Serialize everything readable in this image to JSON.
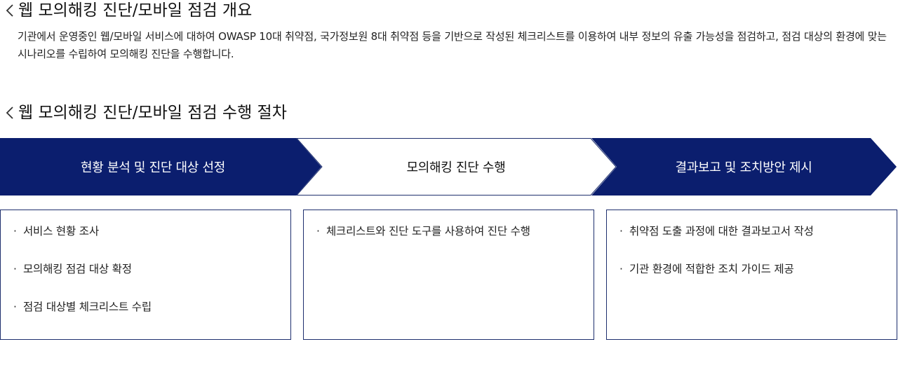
{
  "overview": {
    "title": "웹 모의해킹 진단/모바일 점검 개요",
    "description": "기관에서 운영중인 웹/모바일 서비스에 대하여 OWASP 10대 취약점, 국가정보원 8대 취약점 등을 기반으로 작성된 체크리스트를 이용하여 내부 정보의 유출 가능성을 점검하고, 점검 대상의 환경에 맞는 시나리오를 수립하여 모의해킹 진단을 수행합니다."
  },
  "procedure": {
    "title": "웹 모의해킹 진단/모바일 점검 수행 절차",
    "bullet": "·",
    "steps": [
      {
        "label": "현황 분석 및 진단 대상 선정",
        "style": "filled",
        "items": [
          "서비스 현황 조사",
          "모의해킹 점검 대상 확정",
          "점검 대상별 체크리스트 수립"
        ]
      },
      {
        "label": "모의해킹 진단 수행",
        "style": "outline",
        "items": [
          "체크리스트와 진단 도구를 사용하여 진단 수행"
        ]
      },
      {
        "label": "결과보고 및 조치방안 제시",
        "style": "filled",
        "items": [
          "취약점 도출 과정에 대한 결과보고서 작성",
          "기관 환경에 적합한 조치 가이드 제공"
        ]
      }
    ]
  },
  "icons": {
    "title_marker": "chevron-left-icon"
  },
  "colors": {
    "accent": "#0b1e6e",
    "border": "#1e2f6e",
    "text": "#111111"
  }
}
